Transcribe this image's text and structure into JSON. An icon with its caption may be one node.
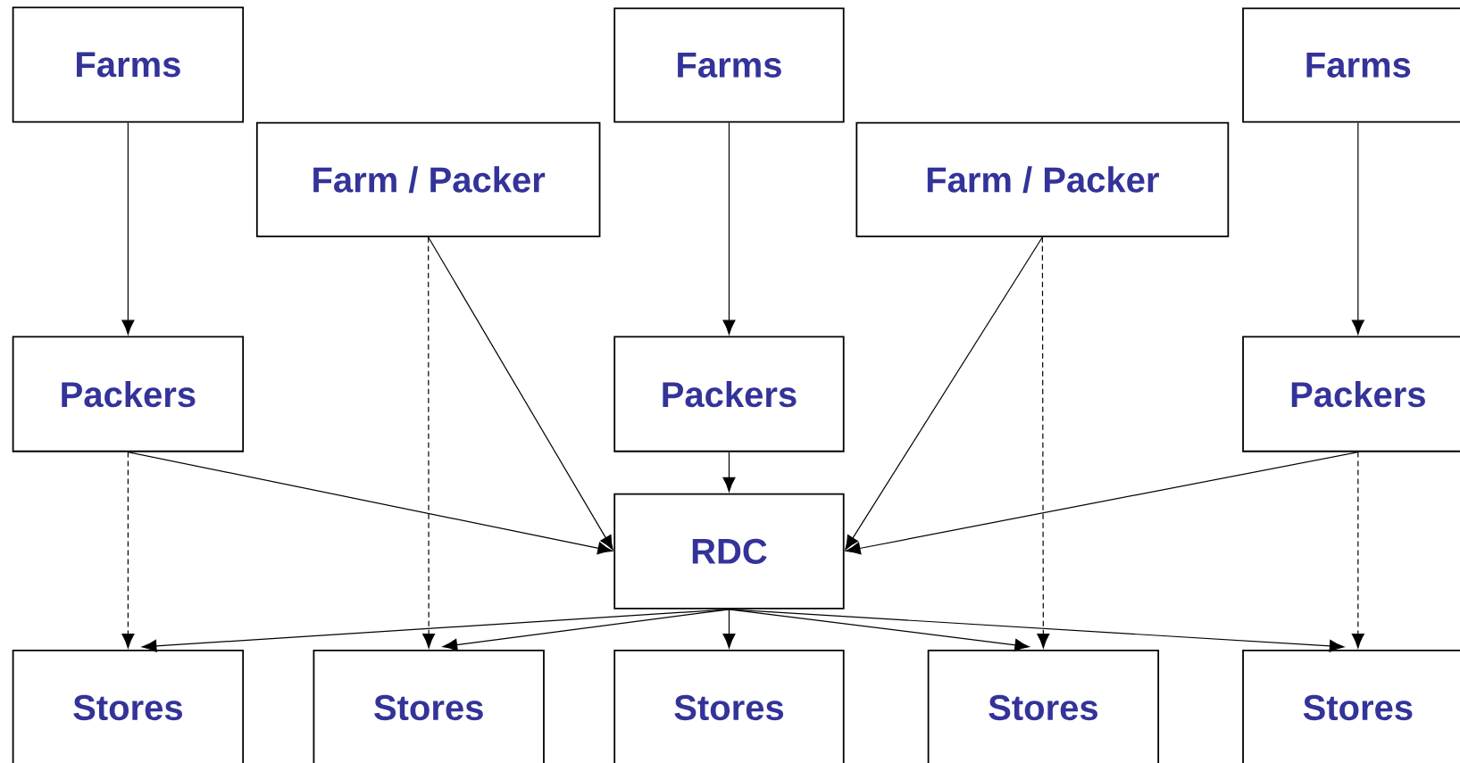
{
  "diagram": {
    "nodes": [
      {
        "text": [
          "Farms"
        ]
      },
      {
        "text": [
          "Farm / Packer"
        ]
      },
      {
        "text": [
          "Farms"
        ]
      },
      {
        "text": [
          "Farm / Packer"
        ]
      },
      {
        "text": [
          "Farms"
        ]
      },
      {
        "text": [
          "Packers"
        ]
      },
      {
        "text": [
          "Packers"
        ]
      },
      {
        "text": [
          "Packers"
        ]
      },
      {
        "text": [
          "RDC"
        ]
      },
      {
        "text": [
          "Stores"
        ]
      },
      {
        "text": [
          "Stores"
        ]
      },
      {
        "text": [
          "Stores"
        ]
      },
      {
        "text": [
          "Stores"
        ]
      },
      {
        "text": [
          "Stores"
        ]
      }
    ],
    "edges": [
      {
        "from": 0,
        "to": 5,
        "arrow": "to"
      },
      {
        "from": 1,
        "to": 8,
        "arrow": "to"
      },
      {
        "from": 1,
        "to": 10,
        "arrow": "to",
        "style": "dashed"
      },
      {
        "from": 2,
        "to": 6,
        "arrow": "to"
      },
      {
        "from": 3,
        "to": 8,
        "arrow": "to"
      },
      {
        "from": 3,
        "to": 12,
        "arrow": "to",
        "style": "dashed"
      },
      {
        "from": 4,
        "to": 7,
        "arrow": "to"
      },
      {
        "from": 5,
        "to": 8,
        "arrow": "to"
      },
      {
        "from": 5,
        "to": 9,
        "arrow": "to",
        "style": "dashed"
      },
      {
        "from": 6,
        "to": 8,
        "arrow": "to"
      },
      {
        "from": 7,
        "to": 8,
        "arrow": "to"
      },
      {
        "from": 7,
        "to": 13,
        "arrow": "to",
        "style": "dashed"
      },
      {
        "from": 8,
        "to": 9,
        "arrow": "to"
      },
      {
        "from": 8,
        "to": 10,
        "arrow": "to"
      },
      {
        "from": 8,
        "to": 11,
        "arrow": "to"
      },
      {
        "from": 8,
        "to": 12,
        "arrow": "to"
      },
      {
        "from": 8,
        "to": 13,
        "arrow": "to"
      }
    ]
  }
}
